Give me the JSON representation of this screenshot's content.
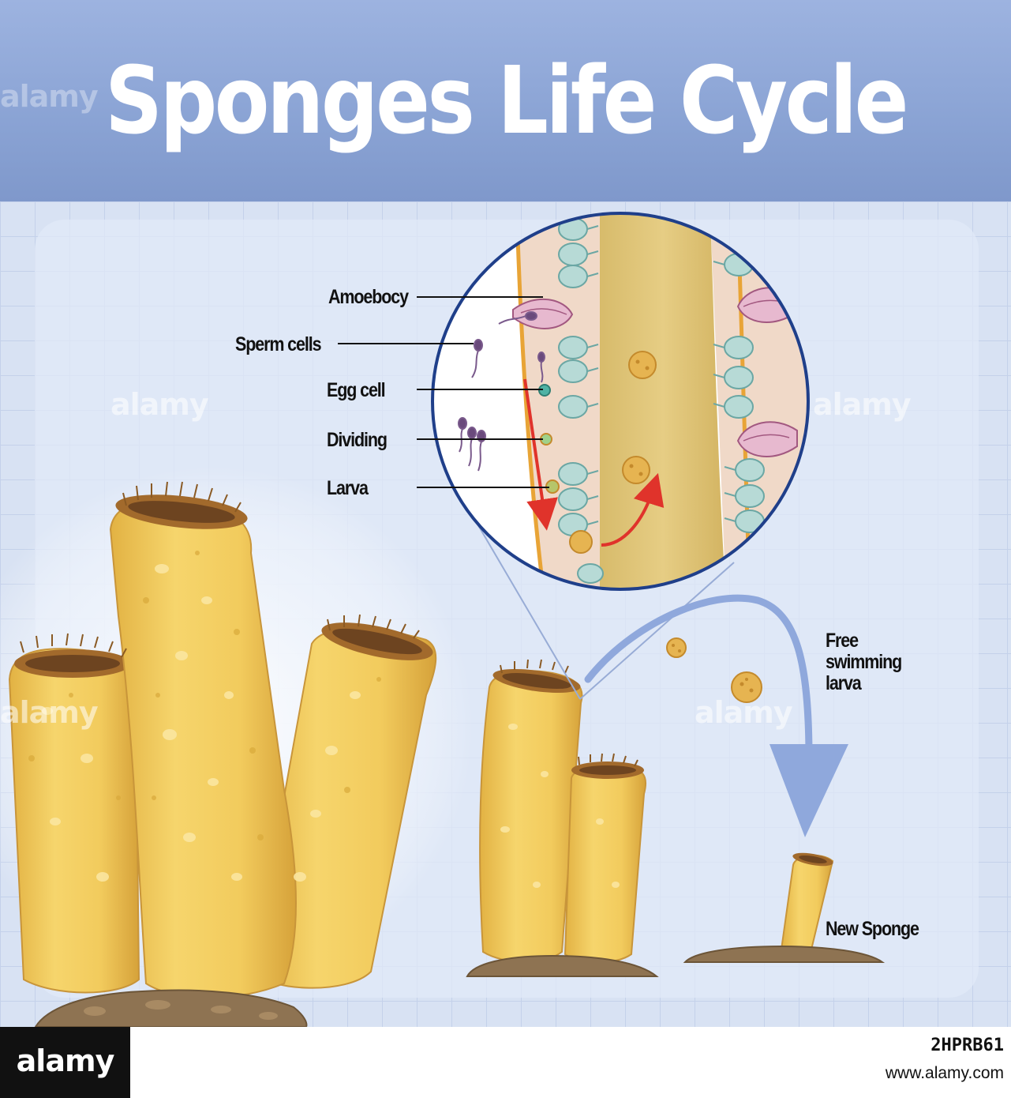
{
  "header": {
    "title": "Sponges Life Cycle"
  },
  "labels": {
    "amoebocy": "Amoebocy",
    "sperm_cells": "Sperm cells",
    "egg_cell": "Egg cell",
    "dividing": "Dividing",
    "larva": "Larva",
    "free_swimming_larva": "Free swimming larva",
    "new_sponge": "New Sponge"
  },
  "watermark": {
    "logo": "alamy",
    "image_id": "2HPRB61",
    "url": "www.alamy.com"
  },
  "colors": {
    "header_band": "#8aa3d4",
    "background_grid": "#d8e2f3",
    "sponge_body": "#f2cd62",
    "sponge_highlight": "#fbe6a0",
    "sponge_shadow": "#d9a93b",
    "rock": "#8e7352",
    "flow_arrow": "#8fa8dc",
    "red_arrow": "#e0332b",
    "lens_border": "#1f3f8a",
    "choanocyte": "#b7dad6",
    "porocyte": "#e7b9cf"
  }
}
